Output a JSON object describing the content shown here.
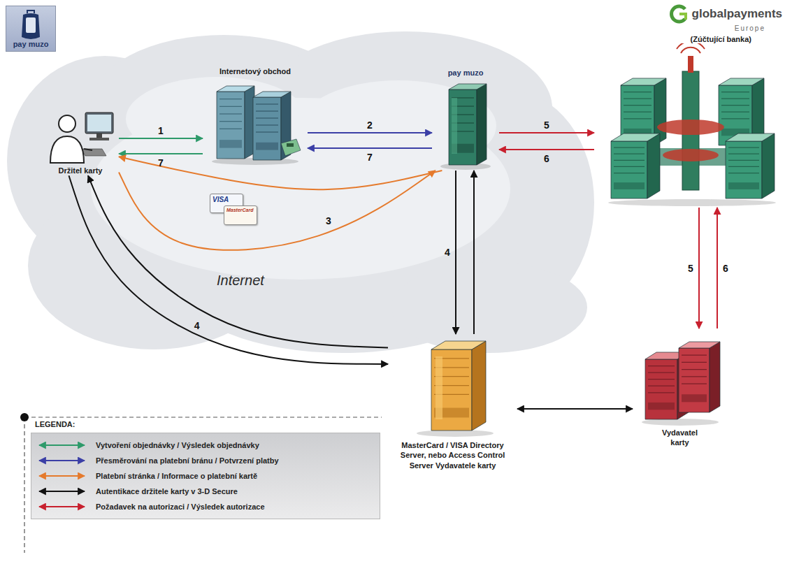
{
  "diagram": {
    "nodes": [
      {
        "text": [
          "pay muzo"
        ]
      },
      {
        "text": [
          "Internet"
        ]
      },
      {
        "text": [
          "Držitel karty"
        ],
        "in": 1
      },
      {
        "text": [
          "Internetový obchod"
        ],
        "in": 1
      },
      {
        "text": [
          "pay muzo"
        ],
        "in": 1
      },
      {
        "text": [
          "globalpayments",
          "Europe",
          "(Zúčtující banka)"
        ]
      },
      {
        "text": [
          "MasterCard / VISA Directory Server, nebo Access Control Server Vydavatele karty"
        ]
      },
      {
        "text": [
          "Vydavatel karty"
        ]
      }
    ],
    "edges": [
      {
        "from": 2,
        "to": 3,
        "label": "1",
        "arrow": "to"
      },
      {
        "from": 3,
        "to": 2,
        "label": "7",
        "arrow": "to"
      },
      {
        "from": 3,
        "to": 4,
        "label": "2",
        "arrow": "to"
      },
      {
        "from": 4,
        "to": 3,
        "label": "7",
        "arrow": "to"
      },
      {
        "from": 4,
        "to": 5,
        "label": "5",
        "arrow": "to"
      },
      {
        "from": 5,
        "to": 4,
        "label": "6",
        "arrow": "to"
      },
      {
        "from": 4,
        "to": 2,
        "label": "3",
        "arrow": "to"
      },
      {
        "from": 2,
        "to": 4,
        "arrow": "to"
      },
      {
        "from": 4,
        "to": 6,
        "label": "4",
        "arrow": "to"
      },
      {
        "from": 6,
        "to": 4,
        "arrow": "to"
      },
      {
        "from": 6,
        "to": 2,
        "label": "4",
        "arrow": "to"
      },
      {
        "from": 2,
        "to": 6,
        "arrow": "to"
      },
      {
        "from": 6,
        "to": 7,
        "arrow": "both"
      },
      {
        "from": 5,
        "to": 7,
        "label": "5",
        "arrow": "to"
      },
      {
        "from": 7,
        "to": 5,
        "label": "6",
        "arrow": "to"
      }
    ],
    "labels": [
      "VISA",
      "MasterCard",
      "LEGENDA:"
    ],
    "legend": [
      {
        "text": "Vytvoření objednávky / Výsledek objednávky"
      },
      {
        "text": "Přesměrování na platební bránu / Potvrzení platby"
      },
      {
        "text": "Platební stránka / Informace o platební kartě"
      },
      {
        "text": "Autentikace držitele karty v 3-D Secure"
      },
      {
        "text": "Požadavek na autorizaci / Výsledek autorizace"
      }
    ]
  }
}
